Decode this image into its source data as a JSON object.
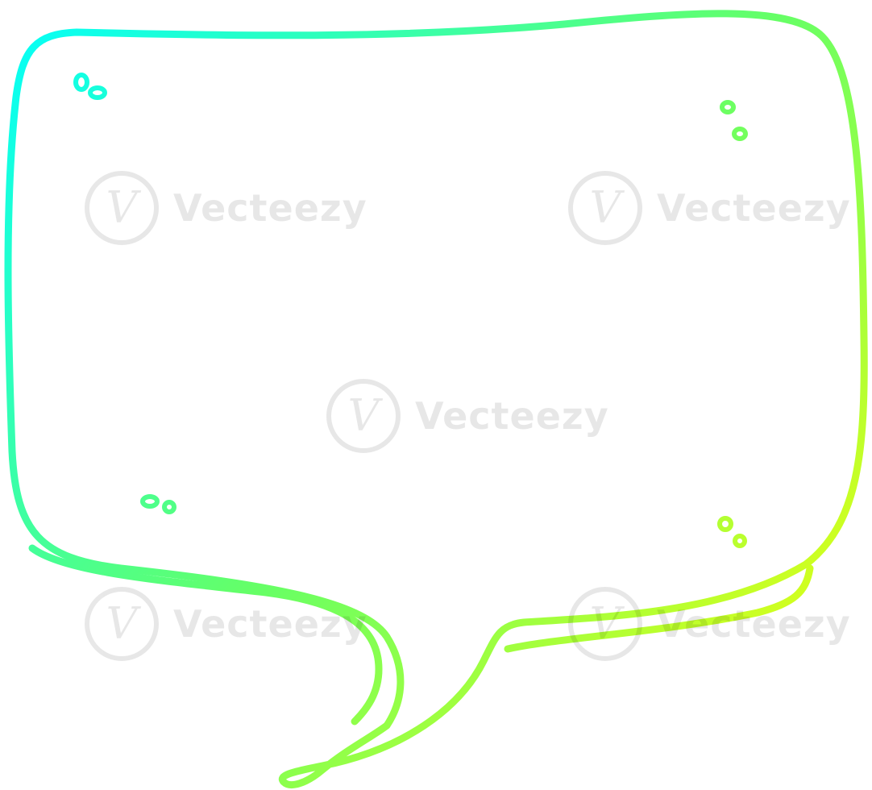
{
  "illustration": {
    "subject": "speech-bubble",
    "gradient_start": "#00ffff",
    "gradient_mid": "#66ff66",
    "gradient_end": "#ffff00",
    "background": "#ffffff"
  },
  "watermark": {
    "brand_text": "Vecteezy",
    "logo_glyph": "V"
  }
}
